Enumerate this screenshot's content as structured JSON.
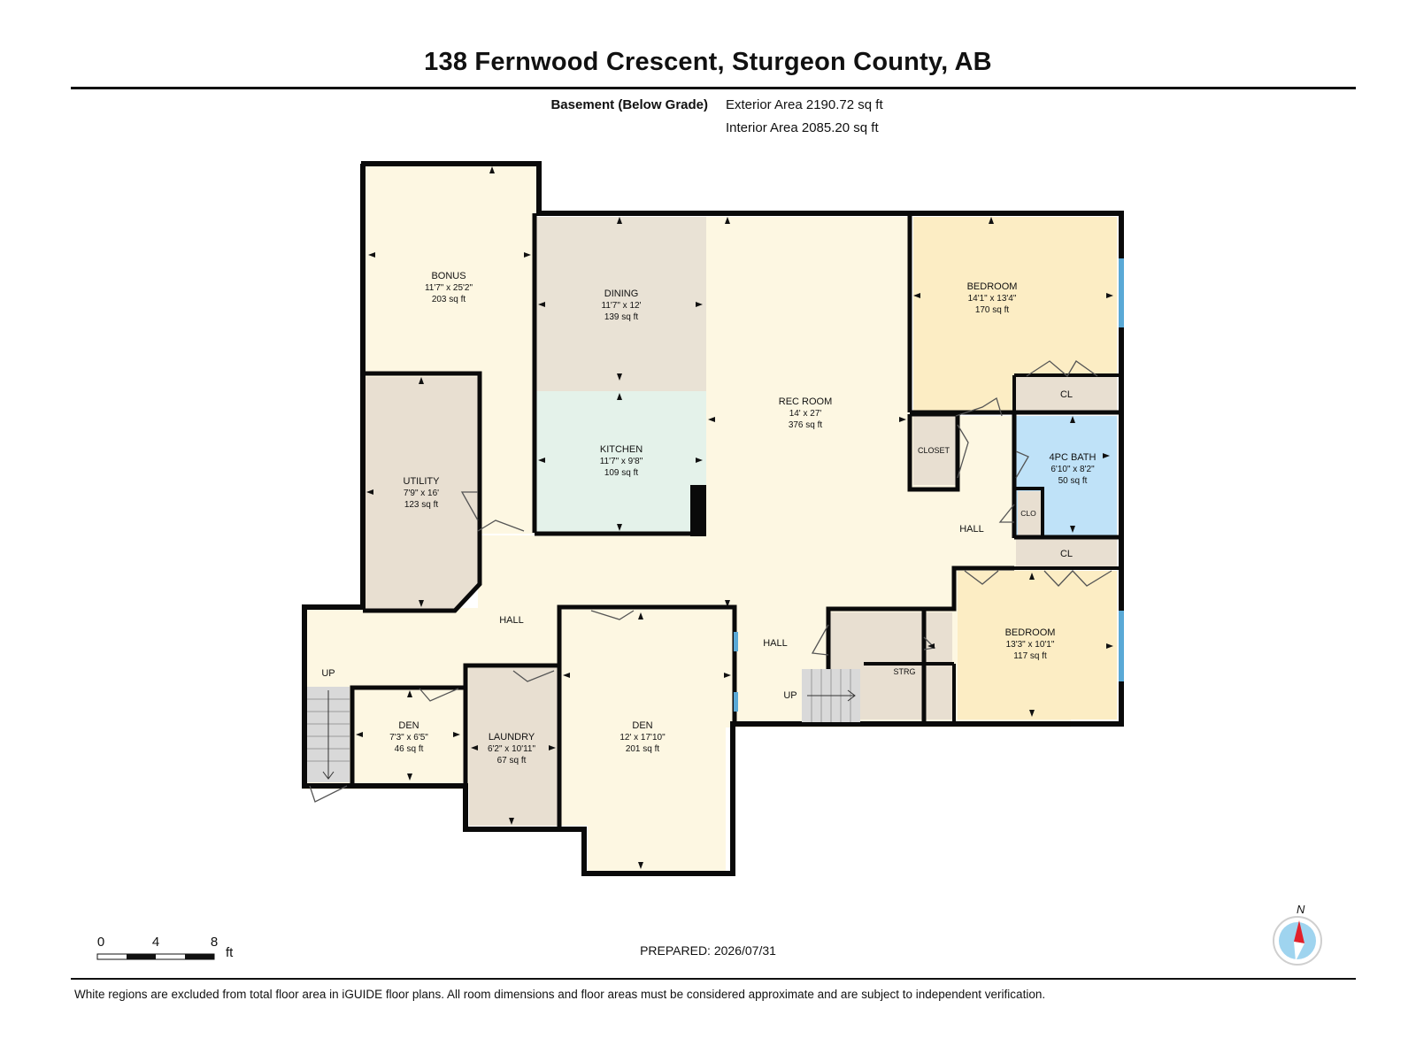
{
  "title": "138 Fernwood Crescent, Sturgeon County, AB",
  "level_label": "Basement (Below Grade)",
  "exterior_area": "Exterior Area 2190.72 sq ft",
  "interior_area": "Interior Area 2085.20 sq ft",
  "rooms": {
    "bonus": {
      "name": "BONUS",
      "dims": "11'7\" x 25'2\"",
      "area": "203 sq ft"
    },
    "dining": {
      "name": "DINING",
      "dims": "11'7\" x 12'",
      "area": "139 sq ft"
    },
    "kitchen": {
      "name": "KITCHEN",
      "dims": "11'7\" x 9'8\"",
      "area": "109 sq ft"
    },
    "rec_room": {
      "name": "REC ROOM",
      "dims": "14' x 27'",
      "area": "376 sq ft"
    },
    "bedroom_top": {
      "name": "BEDROOM",
      "dims": "14'1\" x 13'4\"",
      "area": "170 sq ft"
    },
    "utility": {
      "name": "UTILITY",
      "dims": "7'9\" x 16'",
      "area": "123 sq ft"
    },
    "bath": {
      "name": "4PC BATH",
      "dims": "6'10\" x 8'2\"",
      "area": "50 sq ft"
    },
    "bedroom_bottom": {
      "name": "BEDROOM",
      "dims": "13'3\" x 10'1\"",
      "area": "117 sq ft"
    },
    "den_small": {
      "name": "DEN",
      "dims": "7'3\" x 6'5\"",
      "area": "46 sq ft"
    },
    "laundry": {
      "name": "LAUNDRY",
      "dims": "6'2\" x 10'11\"",
      "area": "67 sq ft"
    },
    "den_large": {
      "name": "DEN",
      "dims": "12' x 17'10\"",
      "area": "201 sq ft"
    }
  },
  "labels": {
    "cl_top": "CL",
    "cl_mid": "CL",
    "closet": "CLOSET",
    "clo": "CLO",
    "hall_right": "HALL",
    "hall_left": "HALL",
    "hall_center": "HALL",
    "strg": "STRG",
    "up_left": "UP",
    "up_center": "UP"
  },
  "scale": {
    "ticks": [
      "0",
      "4",
      "8"
    ],
    "unit": "ft"
  },
  "prepared": "PREPARED: 2026/07/31",
  "north": "N",
  "footer": "White regions are excluded from total floor area in iGUIDE floor plans. All room dimensions and floor areas must be considered approximate and are subject to independent verification.",
  "colors": {
    "hall": "#fdf7e2",
    "bedroom": "#fcedc4",
    "utility": "#e8dfd1",
    "dining": "#e9e2d5",
    "kitchen": "#e4f2ea",
    "bath": "#bfe2f8",
    "wall": "#0a0a0a",
    "window": "#5aa9d6",
    "compass_red": "#e2202a",
    "compass_blue": "#9fd4ef"
  }
}
